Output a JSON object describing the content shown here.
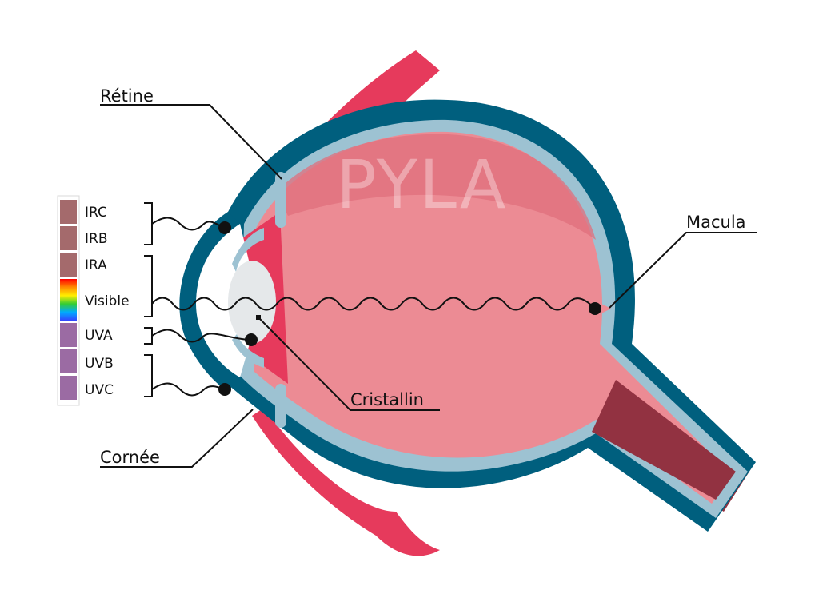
{
  "watermark": "PYLA",
  "labels": {
    "retina": "Rétine",
    "macula": "Macula",
    "lens": "Cristallin",
    "cornea": "Cornée"
  },
  "spectrum": [
    {
      "name": "IRC",
      "color": "#a46a6c"
    },
    {
      "name": "IRB",
      "color": "#a46a6c"
    },
    {
      "name": "IRA",
      "color": "#a46a6c"
    },
    {
      "name": "Visible",
      "color": "rainbow"
    },
    {
      "name": "UVA",
      "color": "#9b6ba3"
    },
    {
      "name": "UVB",
      "color": "#9b6ba3"
    },
    {
      "name": "UVC",
      "color": "#9b6ba3"
    }
  ],
  "colors": {
    "sclera": "#005f7e",
    "retina": "#9dc2d2",
    "vitreous": "#ec8b94",
    "muscle": "#e63a5c",
    "lens": "#e5e8ea",
    "optic_nerve": "#923241"
  }
}
